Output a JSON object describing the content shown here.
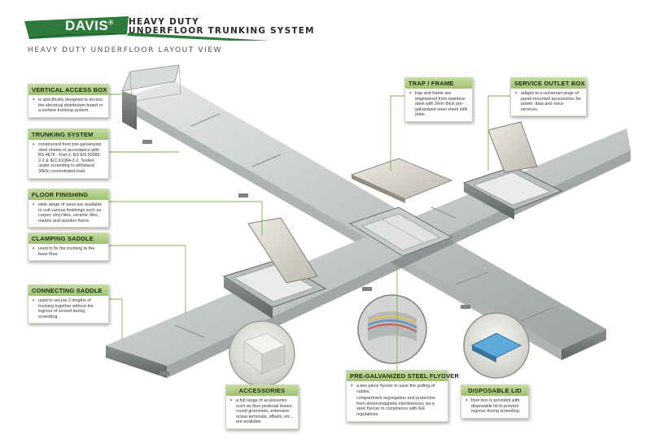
{
  "brand": {
    "logo_text": "DAVIS",
    "logo_mark": "®",
    "title_line1": "HEAVY DUTY",
    "title_line2": "UNDERFLOOR TRUNKING SYSTEM",
    "color": "#2e7a3c"
  },
  "subtitle": "HEAVY DUTY UNDERFLOOR LAYOUT VIEW",
  "callouts": {
    "vertical_access_box": {
      "title": "VERTICAL ACCESS BOX",
      "text": "is specifically designed to access the electrical distribution board or a surface trunking system."
    },
    "trunking_system": {
      "title": "TRUNKING  SYSTEM",
      "text": "constructed from pre-galvanized steel sheets in accordance with BS 4678 - Part 2, BS EN 50085-2-2 & IEC 61084-2-2. Tested under screeding to withstand 30kN concentrated load."
    },
    "floor_finishing": {
      "title": "FLOOR FINISHING",
      "text": "wide range of sizes are available to suit various finishings such as carpet, vinyl tiles, ceramic tiles, marble and wooden floors."
    },
    "clamping_saddle": {
      "title": "CLAMPING SADDLE",
      "text": "used to fix the trunking to the base floor."
    },
    "connecting_saddle": {
      "title": "CONNECTING SADDLE",
      "text": "used to secure 2 lengths of trunking together without the ingress of screed during screeding."
    },
    "trap_frame": {
      "title": "TRAP / FRAME",
      "text": "trap and frame are engineered from  stainless steel with 3mm thick pre-galvanized steel sheet infill plate."
    },
    "service_outlet_box": {
      "title": "SERVICE OUTLET BOX",
      "text": "adapts to a universal range of panel-mounted accessories for power, data and voice services."
    },
    "accessories": {
      "title": "ACCESSORIES",
      "text": "a full range of accessories such as floor pedestal boxes, round grommets, extension screw terminals, offsets, etc., are available."
    },
    "flyover": {
      "title": "PRE-GALVANIZED STEEL FLYOVER",
      "text1": "a two-piece flyover to ease the pulling of cables.",
      "text2": "compartment segregation and protection from electromagnetic interferences via a steel flyover in compliance with IEE regulations."
    },
    "disposable_lid": {
      "title": "DISPOSABLE LID",
      "text": "floor box is provided with disposable lid to prevent ingress during screeding."
    }
  },
  "colors": {
    "header_green": "#a9c87c",
    "leader_green": "#7cb04a",
    "steel": "#b9bcbd"
  }
}
